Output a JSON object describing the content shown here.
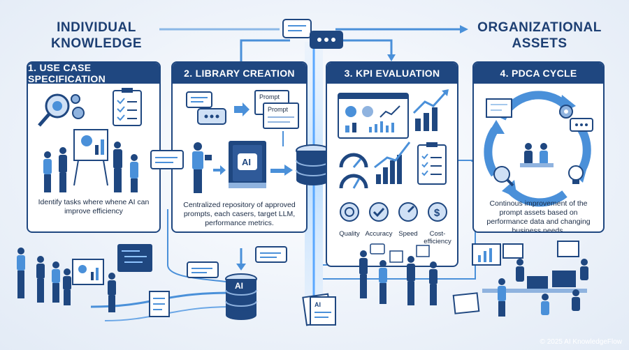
{
  "header": {
    "left_title": "INDIVIDUAL KNOWLEDGE",
    "right_title": "ORGANIZATIONAL ASSETS"
  },
  "panels": [
    {
      "title": "1. USE CASE SPECIFICATION",
      "description": "Identify tasks where whene AI can improve efficiency"
    },
    {
      "title": "2. LIBRARY CREATION",
      "description": "Centralized repository of approved prompts, each casers, target LLM, performance metrics."
    },
    {
      "title": "3. KPI EVALUATION",
      "description": ""
    },
    {
      "title": "4. PDCA CYCLE",
      "description": "Continous improvement of the prompt assets based on performance data and changing business needs."
    }
  ],
  "library": {
    "prompt_card_1": "Prompt",
    "prompt_card_2": "Prompt",
    "book_label": "AI",
    "db_label": "AI",
    "doc_label": "AI"
  },
  "kpis": [
    {
      "label": "Quality",
      "icon": "quality-icon"
    },
    {
      "label": "Accuracy",
      "icon": "checkmark-icon"
    },
    {
      "label": "Speed",
      "icon": "speedometer-icon"
    },
    {
      "label": "Cost-efficiency",
      "icon": "dollar-icon"
    }
  ],
  "footer": "© 2025 AI KnowledgeFlow",
  "colors": {
    "primary": "#1f4780",
    "accent": "#4a90d9",
    "light": "#cfe0f5",
    "glow": "#8fc4ff"
  }
}
